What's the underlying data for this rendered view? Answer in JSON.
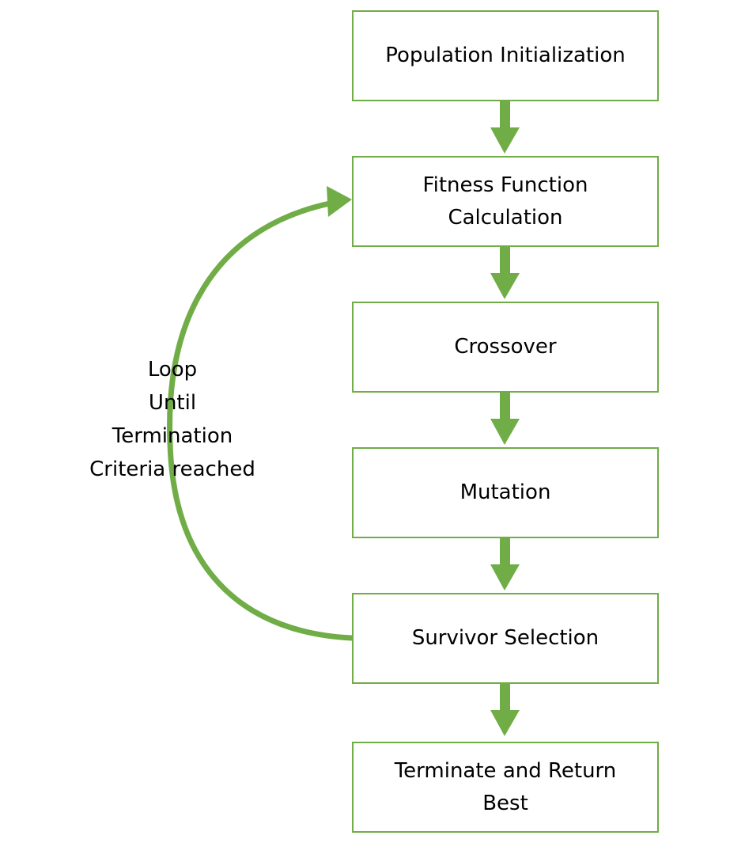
{
  "diagram": {
    "steps": [
      {
        "id": "population-initialization",
        "text": "Population Initialization"
      },
      {
        "id": "fitness-function-calculation",
        "text": "Fitness Function\nCalculation"
      },
      {
        "id": "crossover",
        "text": "Crossover"
      },
      {
        "id": "mutation",
        "text": "Mutation"
      },
      {
        "id": "survivor-selection",
        "text": "Survivor Selection"
      },
      {
        "id": "terminate-and-return-best",
        "text": "Terminate and Return\nBest"
      }
    ],
    "loop_label": "Loop\nUntil\nTermination\nCriteria reached",
    "colors": {
      "accent": "#70ad47",
      "text": "#000000",
      "background": "#ffffff"
    }
  }
}
